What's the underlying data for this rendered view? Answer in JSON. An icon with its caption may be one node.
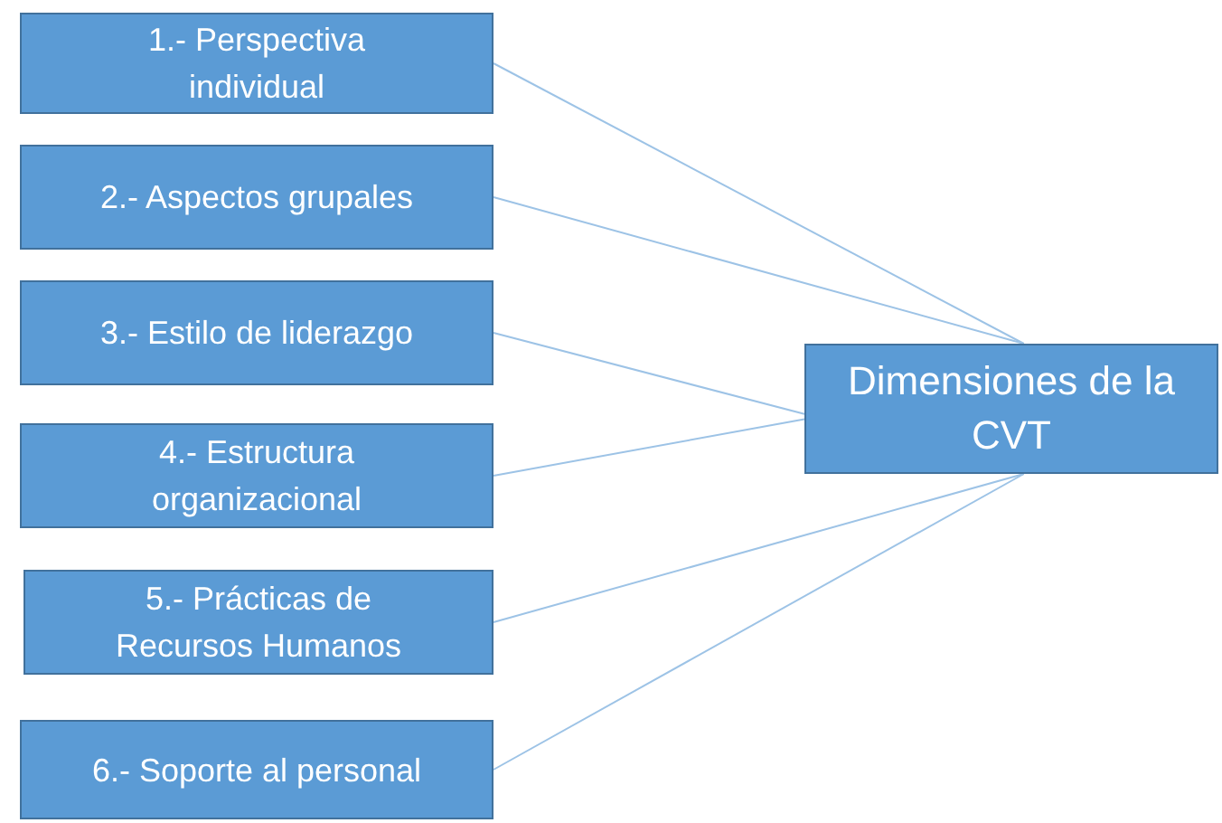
{
  "diagram": {
    "nodes": [
      {
        "text": [
          "1.- Perspectiva individual"
        ]
      },
      {
        "text": [
          "2.- Aspectos grupales"
        ]
      },
      {
        "text": [
          "3.- Estilo de liderazgo"
        ]
      },
      {
        "text": [
          "4.- Estructura organizacional"
        ]
      },
      {
        "text": [
          "5.- Prácticas de Recursos Humanos"
        ]
      },
      {
        "text": [
          "6.- Soporte al personal"
        ]
      },
      {
        "text": [
          "Dimensiones de la CVT"
        ]
      }
    ],
    "edges": [
      {
        "from": 0,
        "to": 6,
        "arrow": "none"
      },
      {
        "from": 1,
        "to": 6,
        "arrow": "none"
      },
      {
        "from": 2,
        "to": 6,
        "arrow": "none"
      },
      {
        "from": 3,
        "to": 6,
        "arrow": "none"
      },
      {
        "from": 4,
        "to": 6,
        "arrow": "none"
      },
      {
        "from": 5,
        "to": 6,
        "arrow": "none"
      }
    ]
  }
}
